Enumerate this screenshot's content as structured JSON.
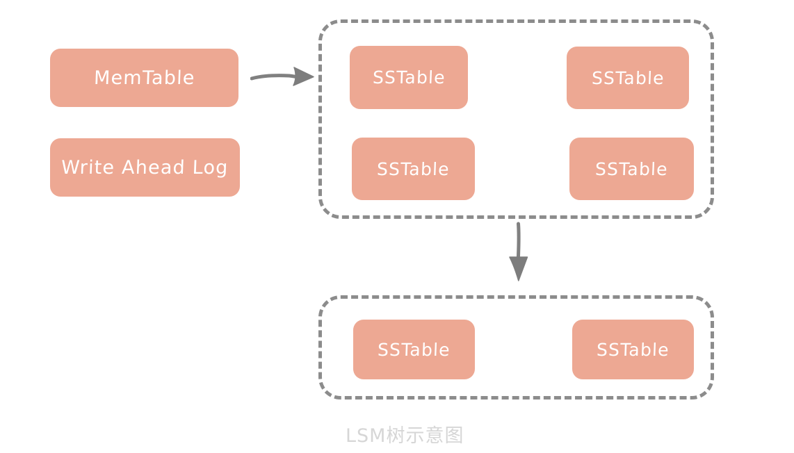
{
  "diagram": {
    "caption": "LSM树示意图",
    "colors": {
      "node_fill": "#eda893",
      "node_text": "#ffffff",
      "group_border": "#8c8c8c",
      "arrow": "#808080",
      "caption_text": "#d6d6d6",
      "background": "#ffffff"
    },
    "left_nodes": [
      {
        "label": "MemTable"
      },
      {
        "label": "Write Ahead Log"
      }
    ],
    "level0_group": {
      "name": "level-0-group",
      "nodes": [
        {
          "label": "SSTable"
        },
        {
          "label": "SSTable"
        },
        {
          "label": "SSTable"
        },
        {
          "label": "SSTable"
        }
      ]
    },
    "level1_group": {
      "name": "level-1-group",
      "nodes": [
        {
          "label": "SSTable"
        },
        {
          "label": "SSTable"
        }
      ]
    },
    "arrows": [
      {
        "name": "memtable-to-level0-arrow",
        "direction": "right"
      },
      {
        "name": "level0-to-level1-arrow",
        "direction": "down"
      }
    ]
  }
}
